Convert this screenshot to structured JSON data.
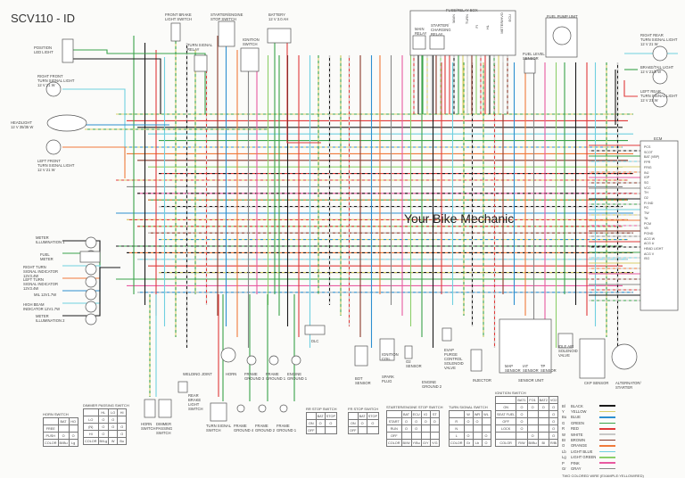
{
  "title": "SCV110 - ID",
  "watermark": "Your Bike Mechanic",
  "components": {
    "position_led": "POSITION\nLED LIGHT",
    "front_brake_switch": "FRONT BRAKE\nLIGHT SWITCH",
    "starter_stop_switch": "STARTER/ENGINE\nSTOP SWITCH",
    "battery": "BATTERY\n12 V  3.0 Ah",
    "turn_relay": "TURN SIGNAL\nRELAY",
    "ignition_switch": "IGNITION\nSWITCH",
    "right_front_turn": "RIGHT FRONT\nTURN SIGNAL LIGHT\n12 V  21 W",
    "headlight": "HEADLIGHT\n12 V  35/35 W",
    "left_front_turn": "LEFT FRONT\nTURN SIGNAL LIGHT\n12 V  21 W",
    "fuse_box": "FUSE/RELAY BOX",
    "main_relay": "MAIN\nRELAY",
    "starter_relay": "STARTER/\nCHARGING\nRELAY",
    "fuses": [
      "MAIN",
      "TURN",
      "FI",
      "HL",
      "METER/HVO",
      "ECU"
    ],
    "fuel_pump": "FUEL PUMP UNIT",
    "fuel_level": "FUEL LEVEL\nSENSOR",
    "right_rear_turn": "RIGHT REAR\nTURN SIGNAL LIGHT\n12 V  21 W",
    "brake_tail": "BRAKE/TAIL LIGHT\n12 V  21/5 W",
    "left_rear_turn": "LEFT REAR\nTURN SIGNAL LIGHT\n12 V  21 W",
    "ecm": "ECM",
    "meter_illum_1": "METER\nILLUMINATION 1",
    "fuel_meter": "FUEL\nMETER",
    "right_turn_ind": "RIGHT TURN\nSIGNAL INDICATOR\n12V3.4W",
    "left_turn_ind": "LEFT TURN\nSIGNAL INDICATOR\n12V3.4W",
    "mil": "MIL 12V1.7W",
    "high_beam_ind": "HIGH BEAM\nINDICATOR 12V1.7W",
    "meter_illum_2": "METER\nILLUMINATION 2",
    "welding_joint": "WELDING JOINT",
    "horn": "HORN",
    "frame_ground_3": "FRAME\nGROUND 3",
    "frame_ground_1": "FRAME\nGROUND 1",
    "engine_ground_1": "ENGINE\nGROUND 1",
    "dlc": "DLC",
    "bas_sensor": "BOT\nSENSOR",
    "ignition_coil": "IGNITION\nCOIL",
    "spark_plug": "SPARK\nPLUG",
    "o2_sensor": "O2\nSENSOR",
    "engine_ground_2": "ENGINE\nGROUND 2",
    "evap": "EVAP\nPURGE\nCONTROL\nSOLENOID\nVALVE",
    "injector": "INJECTOR",
    "sensor_unit": "SENSOR UNIT",
    "map_sensor": "MAP\nSENSOR",
    "iat_sensor": "IAT\nSENSOR",
    "tp_sensor": "TP\nSENSOR",
    "iacv": "IDLE AIR\nSOLENOID\nVALVE",
    "ckp_sensor": "CKP SENSOR",
    "alternator": "ALTERNATOR/\nSTARTER",
    "horn_switch_c": "HORN\nSWITCH",
    "dimmer_switch_c": "DIMMER\nPASSING\nSWITCH",
    "rear_brake_switch": "REAR\nBRAKE\nLIGHT\nSWITCH",
    "turn_switch_c": "TURN SIGNAL\nSWITCH",
    "frame_ground_4": "FRAME\nGROUND 4",
    "frame_ground_2": "FRAME\nGROUND 2",
    "frame_ground_1b": "FRAME\nGROUND 1"
  },
  "ecm_pins": [
    "PCS",
    "SCOT",
    "BAT (VBP)",
    "FPR",
    "FRIG",
    "INJ",
    "IGP",
    "SG",
    "VCC",
    "TH",
    "O2",
    "FI IND",
    "PG",
    "TW",
    "TA",
    "PCM",
    "VB",
    "PGND",
    "ACG W",
    "ACG U",
    "HEAD LIGHT",
    "ACG V",
    "ISG"
  ],
  "switch_tables": [
    {
      "id": "horn",
      "title": "HORN SWITCH",
      "cols": [
        "",
        "BAT",
        "HO"
      ],
      "rows": [
        [
          "FREE",
          "",
          ""
        ],
        [
          "PUSH",
          "O",
          "O"
        ],
        [
          "COLOR",
          "Bl/Bu",
          "Lg"
        ]
      ]
    },
    {
      "id": "dimmer",
      "title": "DIMMER PASSING SWITCH",
      "cols": [
        "",
        "HL",
        "LO",
        "HI"
      ],
      "rows": [
        [
          "LO",
          "O",
          "O",
          ""
        ],
        [
          "(N)",
          "O",
          "O",
          "O"
        ],
        [
          "HI",
          "O",
          "",
          "O"
        ],
        [
          "COLOR",
          "Bl/Lg",
          "W",
          "Bu"
        ]
      ]
    },
    {
      "id": "rr_stop",
      "title": "RR STOP SWITCH",
      "cols": [
        "",
        "BAT",
        "STOP"
      ],
      "rows": [
        [
          "ON",
          "O",
          "O"
        ],
        [
          "OFF",
          "",
          ""
        ]
      ]
    },
    {
      "id": "fr_stop",
      "title": "FR STOP SWITCH",
      "cols": [
        "",
        "BAT",
        "STOP"
      ],
      "rows": [
        [
          "ON",
          "O",
          "O"
        ],
        [
          "OFF",
          "",
          ""
        ]
      ]
    },
    {
      "id": "starter_stop",
      "title": "STARTER/ENGINE STOP SWITCH",
      "cols": [
        "",
        "BAT",
        "ECU",
        "IG",
        "ST"
      ],
      "rows": [
        [
          "START",
          "O",
          "O",
          "O",
          "O"
        ],
        [
          "RUN",
          "O",
          "O",
          "",
          ""
        ],
        [
          "OFF",
          "",
          "",
          "",
          ""
        ],
        [
          "COLOR",
          "Bl/W",
          "Y/Bu",
          "G/Y",
          "Y/G"
        ]
      ]
    },
    {
      "id": "turn",
      "title": "TURN SIGNAL SWITCH",
      "cols": [
        "",
        "W",
        "WR",
        "WL"
      ],
      "rows": [
        [
          "R",
          "O",
          "O",
          ""
        ],
        [
          "N",
          "",
          "",
          ""
        ],
        [
          "L",
          "O",
          "",
          "O"
        ],
        [
          "COLOR",
          "Gr",
          "Lb",
          "O"
        ]
      ]
    },
    {
      "id": "ignition",
      "title": "IGNITION SWITCH",
      "cols": [
        "",
        "BAT1",
        "FO1",
        "BAT2",
        "VO2"
      ],
      "rows": [
        [
          "ON",
          "O",
          "O",
          "O",
          "O"
        ],
        [
          "SEAT\nFUEL",
          "O",
          "",
          "",
          "O"
        ],
        [
          "OFF",
          "O",
          "",
          "",
          "O"
        ],
        [
          "LOCK",
          "O",
          "",
          "",
          "O"
        ],
        [
          "",
          "",
          "O",
          "",
          "O"
        ],
        [
          "COLOR",
          "R/W",
          "Bl/Bu",
          "Bl",
          "R/Bl"
        ]
      ]
    }
  ],
  "legend": {
    "left": [
      {
        "code": "Bl",
        "name": "BLACK",
        "color": "#1a1a1a"
      },
      {
        "code": "Y",
        "name": "YELLOW",
        "color": "#d8cf6a"
      },
      {
        "code": "Bu",
        "name": "BLUE",
        "color": "#2d8fd0"
      },
      {
        "code": "G",
        "name": "GREEN",
        "color": "#3aa34a"
      },
      {
        "code": "R",
        "name": "RED",
        "color": "#e03a3a"
      },
      {
        "code": "W",
        "name": "WHITE",
        "color": "#c8c8c8"
      }
    ],
    "right": [
      {
        "code": "Br",
        "name": "BROWN",
        "color": "#8a3a2a"
      },
      {
        "code": "O",
        "name": "ORANGE",
        "color": "#f07a3a"
      },
      {
        "code": "Lb",
        "name": "LIGHT BLUE",
        "color": "#6fd0e0"
      },
      {
        "code": "Lg",
        "name": "LIGHT GREEN",
        "color": "#8ccf6a"
      },
      {
        "code": "P",
        "name": "PINK",
        "color": "#e85aa0"
      },
      {
        "code": "Gr",
        "name": "GRAY",
        "color": "#888888"
      }
    ],
    "footnote": "TWO COLORED WIRE (EXAMPLE:YELLOW/RED)"
  }
}
